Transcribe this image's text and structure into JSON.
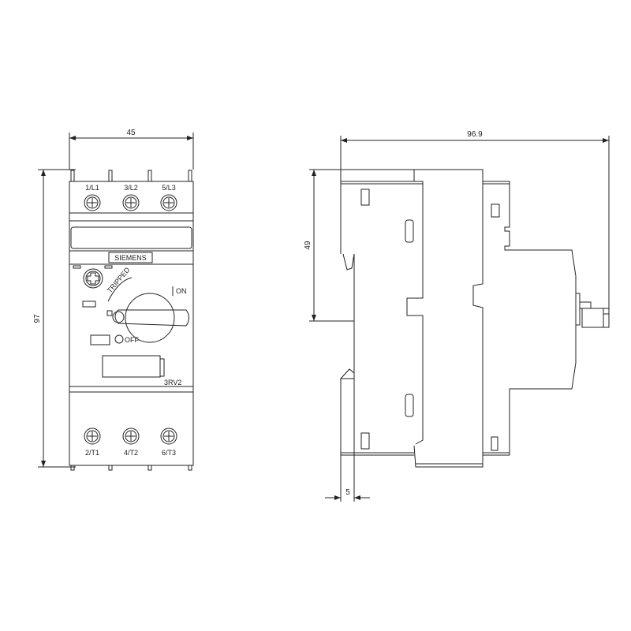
{
  "dimensions": {
    "width": "45",
    "height": "97",
    "depth": "96.9",
    "rail_height": "49",
    "offset": "5"
  },
  "front_view": {
    "terminals_top": [
      "1/L1",
      "3/L2",
      "5/L3"
    ],
    "terminals_bottom": [
      "2/T1",
      "4/T2",
      "6/T3"
    ],
    "brand": "SIEMENS",
    "tripped_label": "TRIPPED",
    "on_label": "ON",
    "off_label": "OFF",
    "model": "3RV2"
  }
}
